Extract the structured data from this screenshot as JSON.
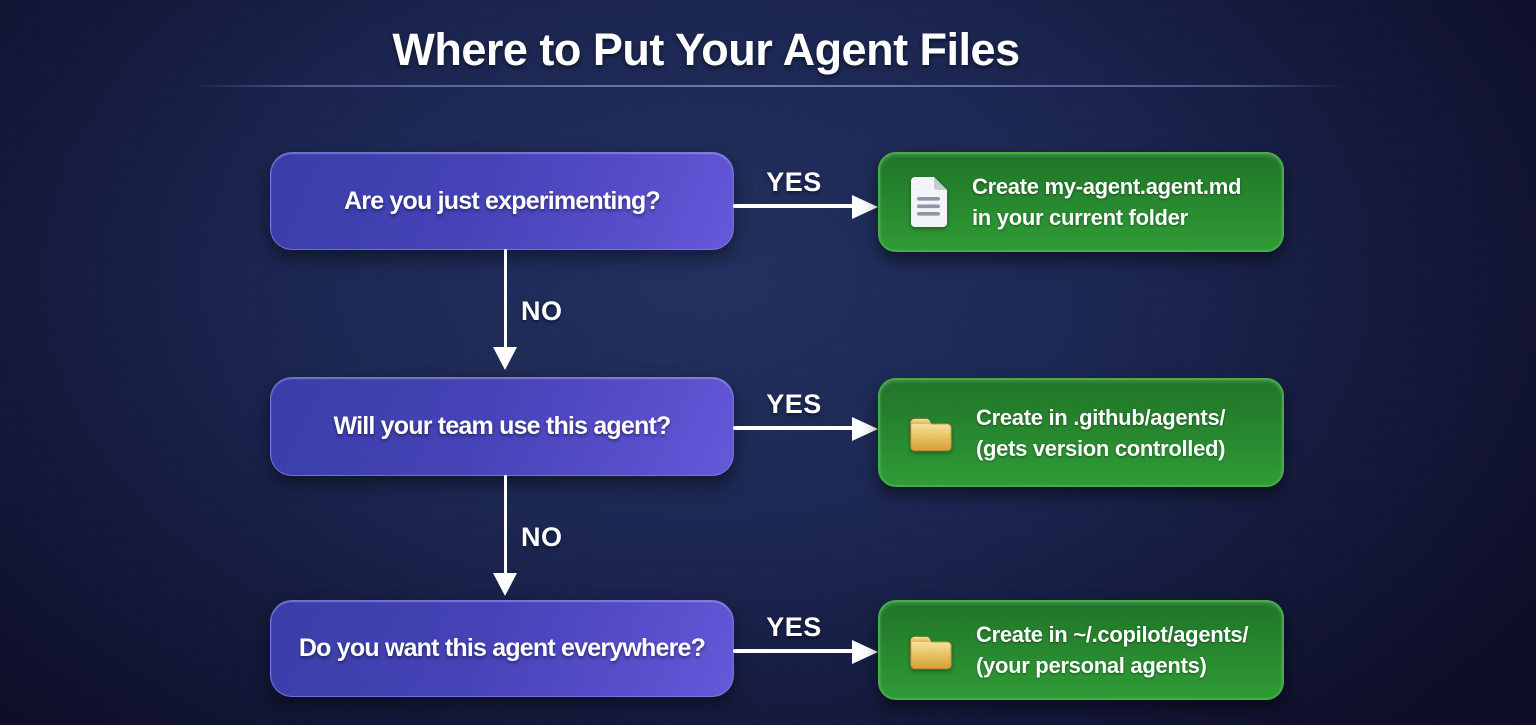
{
  "header": {
    "title": "Where to Put Your Agent Files"
  },
  "flow": {
    "rows": [
      {
        "question": "Are you just experimenting?",
        "yes_label": "YES",
        "result": {
          "icon": "document-icon",
          "line1": "Create my-agent.agent.md",
          "line2": "in your current folder"
        }
      },
      {
        "question": "Will your team use this agent?",
        "yes_label": "YES",
        "result": {
          "icon": "folder-icon",
          "line1": "Create in .github/agents/",
          "line2": "(gets version controlled)"
        }
      },
      {
        "question": "Do you want this agent everywhere?",
        "yes_label": "YES",
        "result": {
          "icon": "folder-icon",
          "line1": "Create in ~/.copilot/agents/",
          "line2": "(your personal agents)"
        }
      }
    ],
    "no_labels": [
      "NO",
      "NO"
    ]
  },
  "colors": {
    "background_center": "#22315f",
    "background_edge": "#0d0e26",
    "question_box_start": "#393ea8",
    "question_box_end": "#6659da",
    "result_box_fill_top": "#1f7427",
    "result_box_fill_bottom": "#2f9c35",
    "result_box_border": "#46ae46",
    "arrow": "#ffffff",
    "folder_icon": "#e3b554",
    "document_icon": "#f3f5f8"
  }
}
